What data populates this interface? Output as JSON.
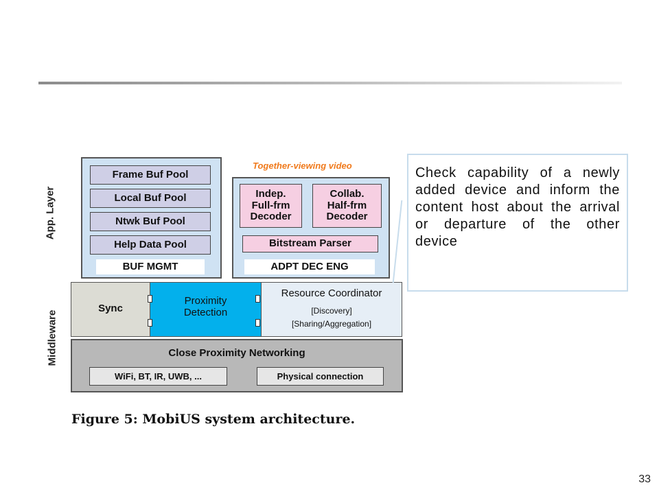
{
  "page_number": "33",
  "callout": {
    "text": "Check capability of a newly added device and inform the content host about the arrival or departure of the other device"
  },
  "figure": {
    "caption": "Figure 5:  MobiUS system architecture.",
    "layers": {
      "app": "App. Layer",
      "middleware": "Middleware"
    },
    "buf_mgmt": {
      "items": [
        "Frame Buf Pool",
        "Local Buf Pool",
        "Ntwk Buf Pool",
        "Help Data Pool"
      ],
      "label": "BUF MGMT"
    },
    "adpt_dec": {
      "title": "Together-viewing video",
      "decoder1": [
        "Indep.",
        "Full-frm",
        "Decoder"
      ],
      "decoder2": [
        "Collab.",
        "Half-frm",
        "Decoder"
      ],
      "parser": "Bitstream Parser",
      "label": "ADPT DEC ENG"
    },
    "middleware": {
      "sync": "Sync",
      "proximity": [
        "Proximity",
        "Detection"
      ],
      "resource": {
        "title": "Resource Coordinator",
        "line1": "[Discovery]",
        "line2": "[Sharing/Aggregation]"
      }
    },
    "network": {
      "title": "Close Proximity Networking",
      "left": "WiFi, BT, IR, UWB, ...",
      "right": "Physical connection"
    }
  },
  "colors": {
    "panel_blue": "#cfe2f3",
    "proximity_blue": "#03b0ec",
    "pink": "#f6cfe2",
    "buffer_purple": "#cfcfe6",
    "title_orange": "#f07a1c",
    "network_gray": "#b8b8b8"
  }
}
